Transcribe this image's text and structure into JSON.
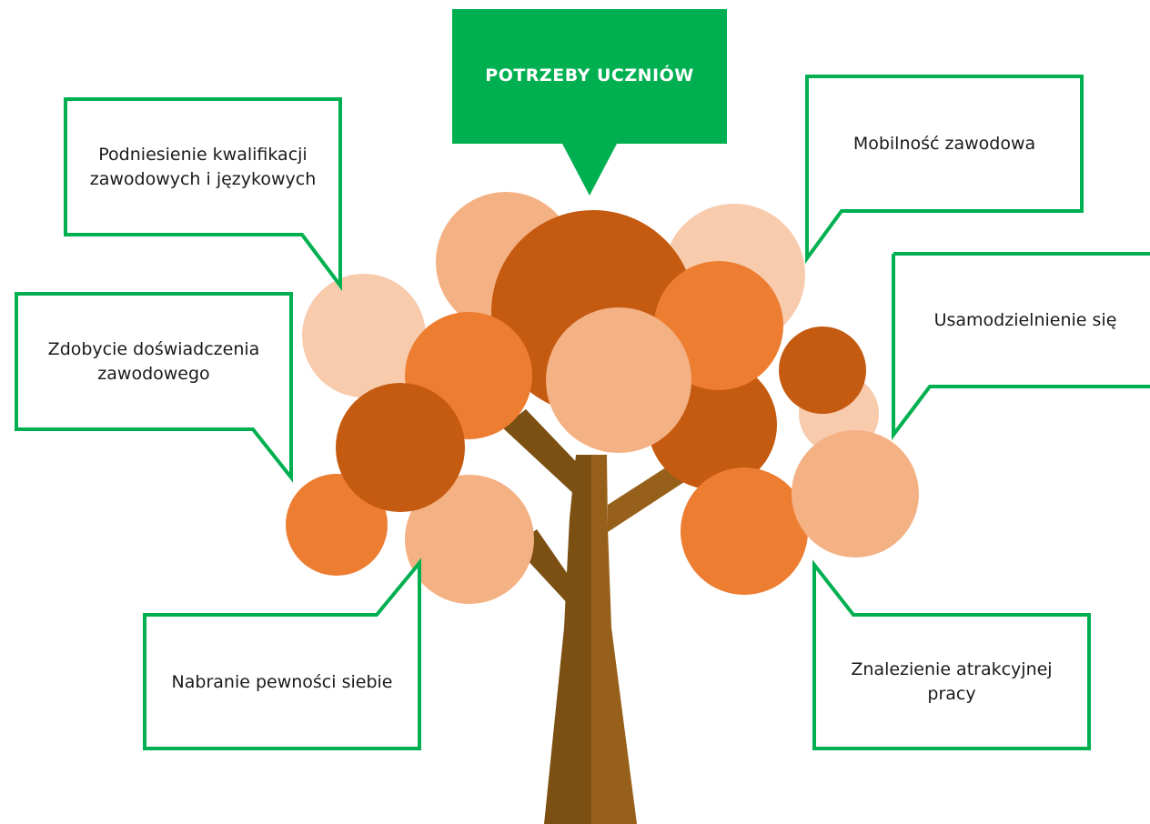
{
  "title": "POTRZEBY UCZNIÓW",
  "needs": [
    "Podniesienie kwalifikacji zawodowych i językowych",
    "Mobilność zawodowa",
    "Zdobycie doświadczenia zawodowego",
    "Usamodzielnienie się",
    "Nabranie pewności siebie",
    "Znalezienie atrakcyjnej pracy"
  ],
  "colors": {
    "accent_green": "#00b050",
    "trunk_dark": "#7b5012",
    "trunk_light": "#97601a",
    "leaf_dark_orange": "#c55a11",
    "leaf_orange": "#ed7d31",
    "leaf_light_orange": "#f4b183",
    "leaf_pale_orange": "#f8cbad"
  }
}
